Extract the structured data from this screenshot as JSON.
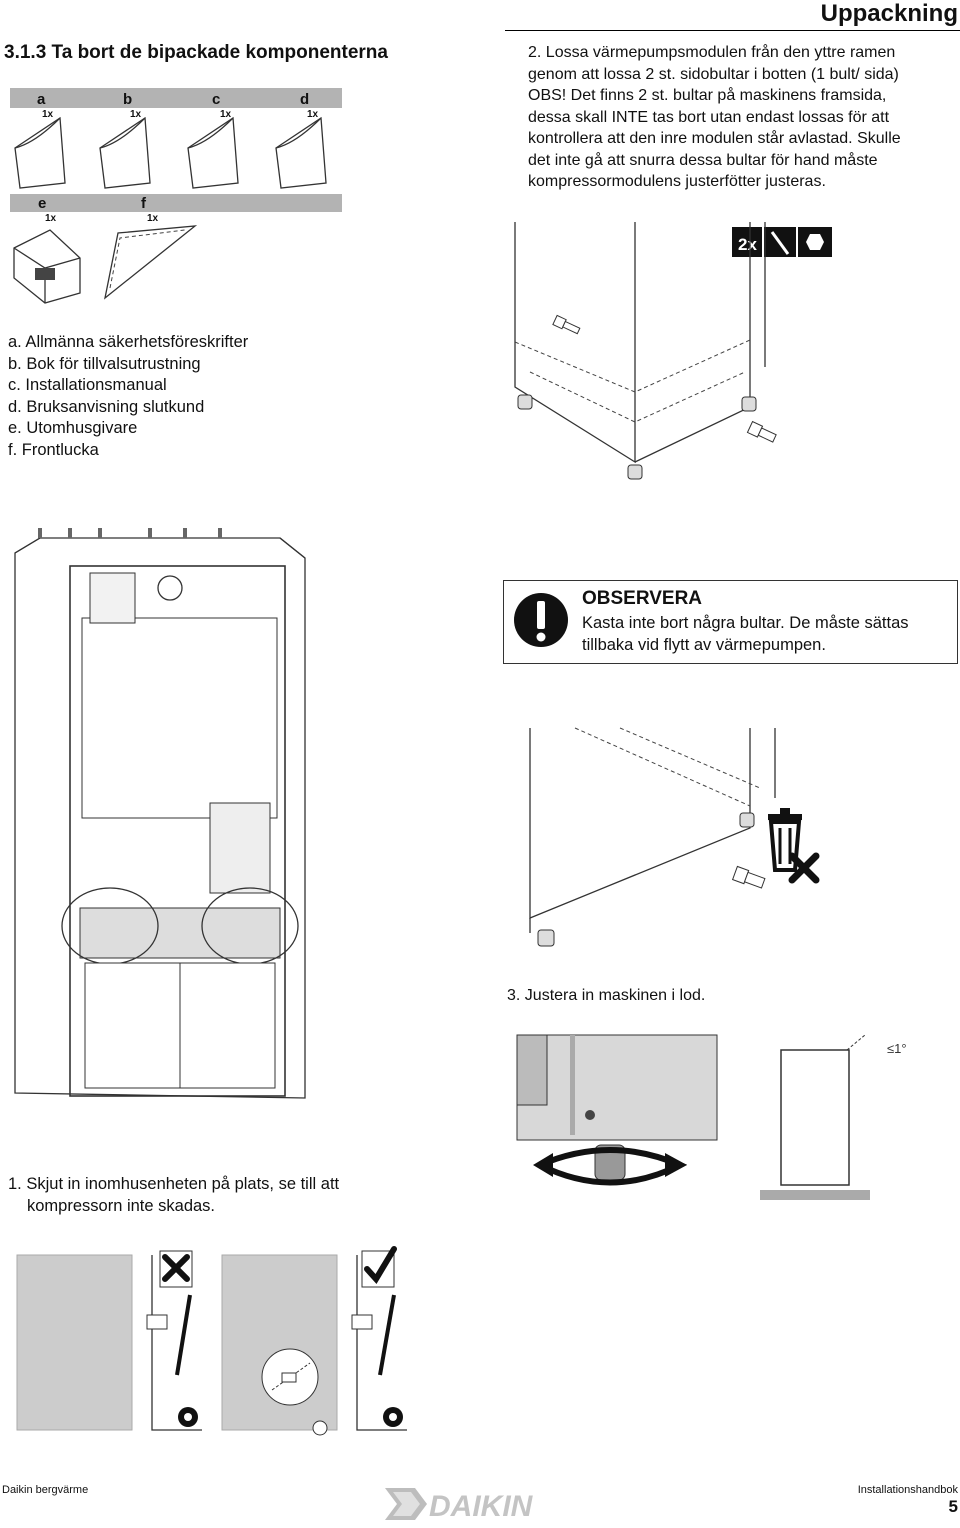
{
  "header": {
    "title": "Uppackning"
  },
  "section": {
    "title": "3.1.3 Ta bort de bipackade komponenterna"
  },
  "components": {
    "cells": [
      {
        "letter": "a",
        "count": "1x"
      },
      {
        "letter": "b",
        "count": "1x"
      },
      {
        "letter": "c",
        "count": "1x"
      },
      {
        "letter": "d",
        "count": "1x"
      },
      {
        "letter": "e",
        "count": "1x"
      },
      {
        "letter": "f",
        "count": "1x"
      }
    ],
    "list": [
      "a. Allmänna säkerhetsföreskrifter",
      "b. Bok för tillvalsutrustning",
      "c. Installationsmanual",
      "d. Bruksanvisning slutkund",
      "e. Utomhusgivare",
      "f. Frontlucka"
    ]
  },
  "step2": {
    "lines": [
      "2. Lossa värmepumpsmodulen från den yttre ramen",
      "genom att lossa 2 st. sidobultar i botten (1 bult/ sida)",
      "OBS! Det finns 2 st. bultar på maskinens framsida,",
      "dessa skall INTE tas bort utan endast lossas för att",
      "kontrollera att den inre modulen står avlastad. Skulle",
      "det inte gå att snurra dessa bultar för hand måste",
      "kompressormodulens justerfötter justeras."
    ],
    "badge": "2x"
  },
  "notice": {
    "title": "OBSERVERA",
    "lines": [
      "Kasta inte bort några bultar. De måste sättas",
      "tillbaka vid flytt av värmepumpen."
    ]
  },
  "step3": {
    "text": "3. Justera in maskinen i lod.",
    "angle": "≤1°"
  },
  "step1": {
    "lines": [
      "1. Skjut in inomhusenheten på plats, se till att",
      "kompressorn inte skadas."
    ]
  },
  "footer": {
    "left": "Daikin bergvärme",
    "right": "Installationshandbok",
    "page": "5",
    "logo": "DAIKIN"
  }
}
